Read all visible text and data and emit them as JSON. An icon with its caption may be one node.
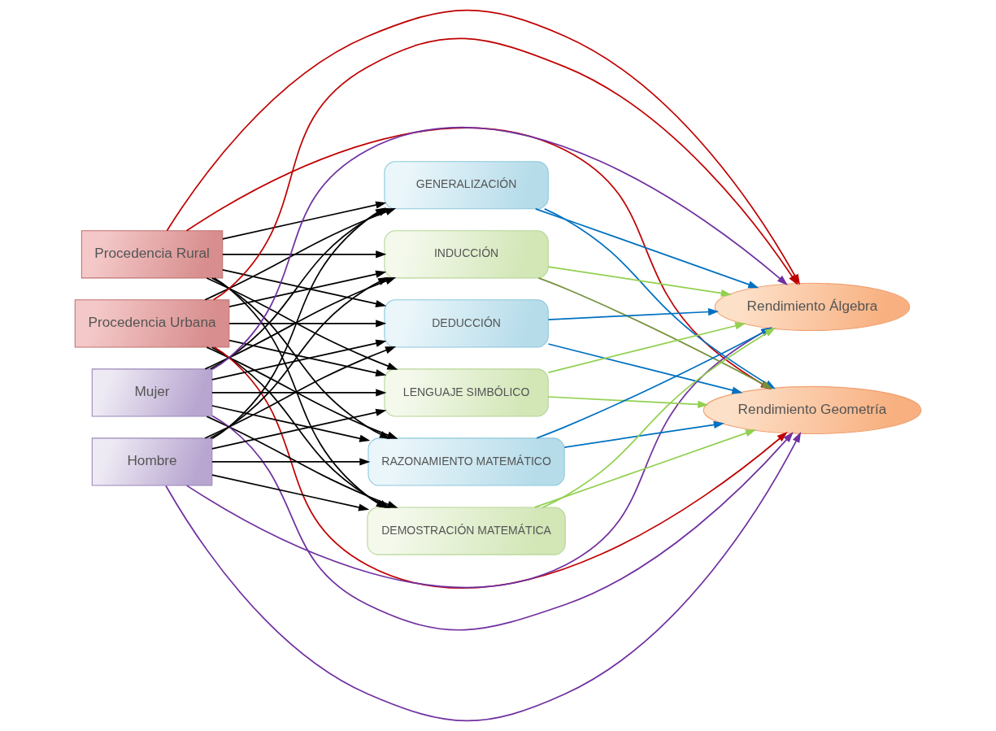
{
  "diagram": {
    "nodes": [
      {
        "text": [
          "Procedencia Rural"
        ]
      },
      {
        "text": [
          "Procedencia Urbana"
        ]
      },
      {
        "text": [
          "Mujer"
        ]
      },
      {
        "text": [
          "Hombre"
        ]
      },
      {
        "text": [
          "GENERALIZACIÓN"
        ]
      },
      {
        "text": [
          "INDUCCIÓN"
        ]
      },
      {
        "text": [
          "DEDUCCIÓN"
        ]
      },
      {
        "text": [
          "LENGUAJE SIMBÓLICO"
        ]
      },
      {
        "text": [
          "RAZONAMIENTO MATEMÁTICO"
        ]
      },
      {
        "text": [
          "DEMOSTRACIÓN MATEMÁTICA"
        ]
      },
      {
        "text": [
          "Rendimiento Geometría"
        ]
      },
      {
        "text": [
          "Rendimiento Álgebra"
        ]
      }
    ],
    "edges": [
      {
        "from": 0,
        "to": 4,
        "arrow": "to"
      },
      {
        "from": 0,
        "to": 5,
        "arrow": "to"
      },
      {
        "from": 0,
        "to": 6,
        "arrow": "to"
      },
      {
        "from": 0,
        "to": 7,
        "arrow": "to"
      },
      {
        "from": 0,
        "to": 8,
        "arrow": "to"
      },
      {
        "from": 0,
        "to": 9,
        "arrow": "to"
      },
      {
        "from": 1,
        "to": 4,
        "arrow": "to"
      },
      {
        "from": 1,
        "to": 5,
        "arrow": "to"
      },
      {
        "from": 1,
        "to": 6,
        "arrow": "to"
      },
      {
        "from": 1,
        "to": 7,
        "arrow": "to"
      },
      {
        "from": 1,
        "to": 8,
        "arrow": "to"
      },
      {
        "from": 1,
        "to": 9,
        "arrow": "to"
      },
      {
        "from": 2,
        "to": 4,
        "arrow": "to"
      },
      {
        "from": 2,
        "to": 5,
        "arrow": "to"
      },
      {
        "from": 2,
        "to": 6,
        "arrow": "to"
      },
      {
        "from": 2,
        "to": 7,
        "arrow": "to"
      },
      {
        "from": 2,
        "to": 8,
        "arrow": "to"
      },
      {
        "from": 2,
        "to": 9,
        "arrow": "to"
      },
      {
        "from": 3,
        "to": 4,
        "arrow": "to"
      },
      {
        "from": 3,
        "to": 5,
        "arrow": "to"
      },
      {
        "from": 3,
        "to": 6,
        "arrow": "to"
      },
      {
        "from": 3,
        "to": 7,
        "arrow": "to"
      },
      {
        "from": 3,
        "to": 8,
        "arrow": "to"
      },
      {
        "from": 3,
        "to": 9,
        "arrow": "to"
      },
      {
        "from": 4,
        "to": 10,
        "arrow": "to",
        "color": "#0070c0"
      },
      {
        "from": 4,
        "to": 11,
        "arrow": "to",
        "color": "#0070c0"
      },
      {
        "from": 5,
        "to": 10,
        "arrow": "to",
        "color": "#76923c"
      },
      {
        "from": 5,
        "to": 11,
        "arrow": "to",
        "color": "#92d050"
      },
      {
        "from": 6,
        "to": 10,
        "arrow": "to",
        "color": "#0070c0"
      },
      {
        "from": 6,
        "to": 11,
        "arrow": "to",
        "color": "#0070c0"
      },
      {
        "from": 7,
        "to": 10,
        "arrow": "to",
        "color": "#92d050"
      },
      {
        "from": 7,
        "to": 11,
        "arrow": "to",
        "color": "#92d050"
      },
      {
        "from": 8,
        "to": 10,
        "arrow": "to",
        "color": "#0070c0"
      },
      {
        "from": 8,
        "to": 11,
        "arrow": "to",
        "color": "#0070c0"
      },
      {
        "from": 9,
        "to": 10,
        "arrow": "to",
        "color": "#92d050"
      },
      {
        "from": 9,
        "to": 11,
        "arrow": "to",
        "color": "#92d050"
      },
      {
        "from": 0,
        "to": 10,
        "arrow": "to",
        "color": "#c00000"
      },
      {
        "from": 0,
        "to": 11,
        "arrow": "to",
        "color": "#c00000"
      },
      {
        "from": 1,
        "to": 10,
        "arrow": "to",
        "color": "#c00000"
      },
      {
        "from": 1,
        "to": 11,
        "arrow": "to",
        "color": "#c00000"
      },
      {
        "from": 2,
        "to": 10,
        "arrow": "to",
        "color": "#7030a0"
      },
      {
        "from": 2,
        "to": 11,
        "arrow": "to",
        "color": "#7030a0"
      },
      {
        "from": 3,
        "to": 10,
        "arrow": "to",
        "color": "#7030a0"
      },
      {
        "from": 3,
        "to": 11,
        "arrow": "to",
        "color": "#7030a0"
      }
    ]
  }
}
